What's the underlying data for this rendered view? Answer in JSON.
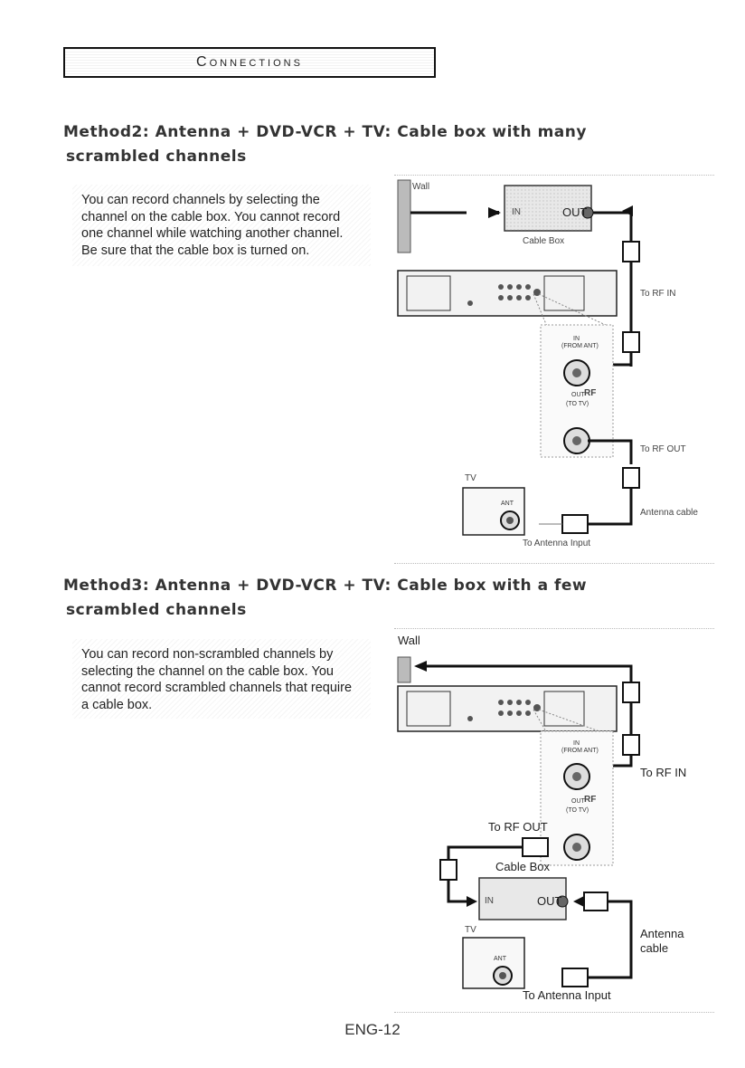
{
  "header": {
    "section_title": "Connections"
  },
  "method2": {
    "title_line1": "Method2: Antenna + DVD-VCR + TV: Cable box with many",
    "title_line2": "scrambled channels",
    "description": "You can record channels by selecting the channel on the cable box. You cannot record one channel while watching another channel. Be sure that the cable box is turned on.",
    "diagram": {
      "wall": "Wall",
      "in": "IN",
      "out": "OUT",
      "cable_box": "Cable Box",
      "to_rf_in": "To RF IN",
      "in_from_ant": "IN",
      "from_ant": "(FROM ANT)",
      "out_to_tv": "OUT",
      "to_tv": "(TO TV)",
      "rf": "RF",
      "to_rf_out": "To RF OUT",
      "tv": "TV",
      "ant": "ANT",
      "antenna_cable": "Antenna cable",
      "to_antenna_input": "To Antenna Input"
    }
  },
  "method3": {
    "title_line1": "Method3: Antenna + DVD-VCR + TV: Cable box with a few",
    "title_line2": "scrambled channels",
    "description": "You can record non-scrambled channels by selecting the channel on the cable box. You cannot record scrambled channels that require a cable box.",
    "diagram": {
      "wall": "Wall",
      "in_from_ant": "IN",
      "from_ant": "(FROM ANT)",
      "out_to_tv": "OUT",
      "to_tv": "(TO TV)",
      "rf": "RF",
      "to_rf_in": "To RF IN",
      "to_rf_out": "To RF OUT",
      "cable_box": "Cable Box",
      "in": "IN",
      "out": "OUT",
      "tv": "TV",
      "ant": "ANT",
      "antenna_cable_line1": "Antenna",
      "antenna_cable_line2": "cable",
      "to_antenna_input": "To Antenna Input"
    }
  },
  "footer": {
    "page_number": "ENG-12"
  }
}
